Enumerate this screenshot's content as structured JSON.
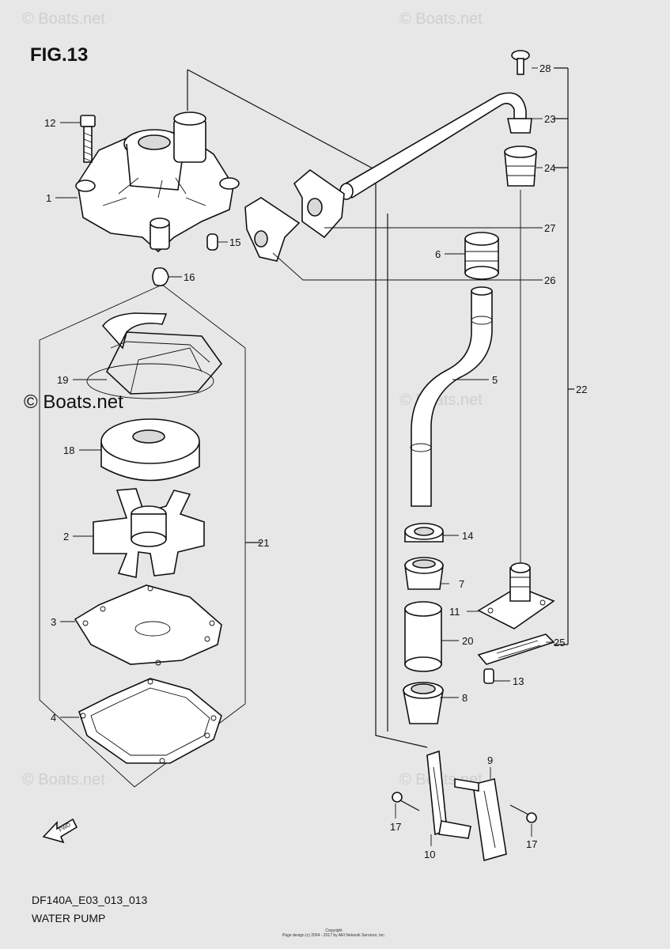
{
  "figure": "FIG.13",
  "watermark": "© Boats.net",
  "watermark_main": "© Boats.net",
  "model_code": "DF140A_E03_013_013",
  "title": "WATER PUMP",
  "fwd_label": "FWD",
  "copyright_line1": "Copyright",
  "copyright_line2": "Page design (c) 2004 - 2017 by ARI Network Services, Inc.",
  "callouts": {
    "c1": "1",
    "c2": "2",
    "c3": "3",
    "c4": "4",
    "c5": "5",
    "c6": "6",
    "c7": "7",
    "c8": "8",
    "c9": "9",
    "c10": "10",
    "c11": "11",
    "c12": "12",
    "c13": "13",
    "c14": "14",
    "c15": "15",
    "c16": "16",
    "c17a": "17",
    "c17b": "17",
    "c18": "18",
    "c19": "19",
    "c20": "20",
    "c21": "21",
    "c22": "22",
    "c23": "23",
    "c24": "24",
    "c25": "25",
    "c26": "26",
    "c27": "27",
    "c28": "28"
  }
}
